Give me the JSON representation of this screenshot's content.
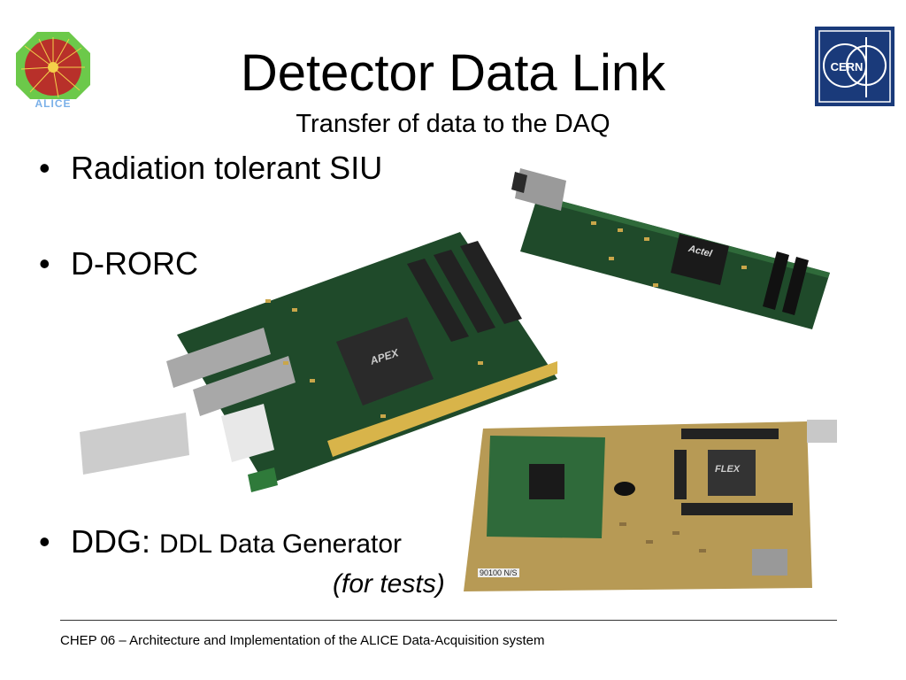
{
  "slide": {
    "title": "Detector Data Link",
    "subtitle": "Transfer of data to the DAQ",
    "bullets": [
      {
        "marker": "•",
        "text": "Radiation tolerant SIU"
      },
      {
        "marker": "•",
        "text": "D-RORC"
      },
      {
        "marker": "•",
        "text": "DDG:",
        "detail": "DDL Data Generator"
      }
    ],
    "note": "(for tests)",
    "footer": "CHEP 06 – Architecture and Implementation of the ALICE Data-Acquisition system"
  },
  "logos": {
    "alice": {
      "label": "ALICE",
      "icon": "alice-logo"
    },
    "cern": {
      "label": "CERN",
      "icon": "cern-logo"
    }
  },
  "photos": {
    "siu": {
      "icon": "siu-board-photo",
      "chip_label": "Actel"
    },
    "drorc": {
      "icon": "d-rorc-board-photo",
      "chip_label": "APEX"
    },
    "ddg": {
      "icon": "ddg-board-photo",
      "chip_label": "FLEX",
      "tag": "90100 N/S"
    }
  },
  "colors": {
    "pcb_green": "#1f4a2a",
    "pcb_gold": "#b79a55",
    "cern_blue": "#1a3a7a"
  }
}
